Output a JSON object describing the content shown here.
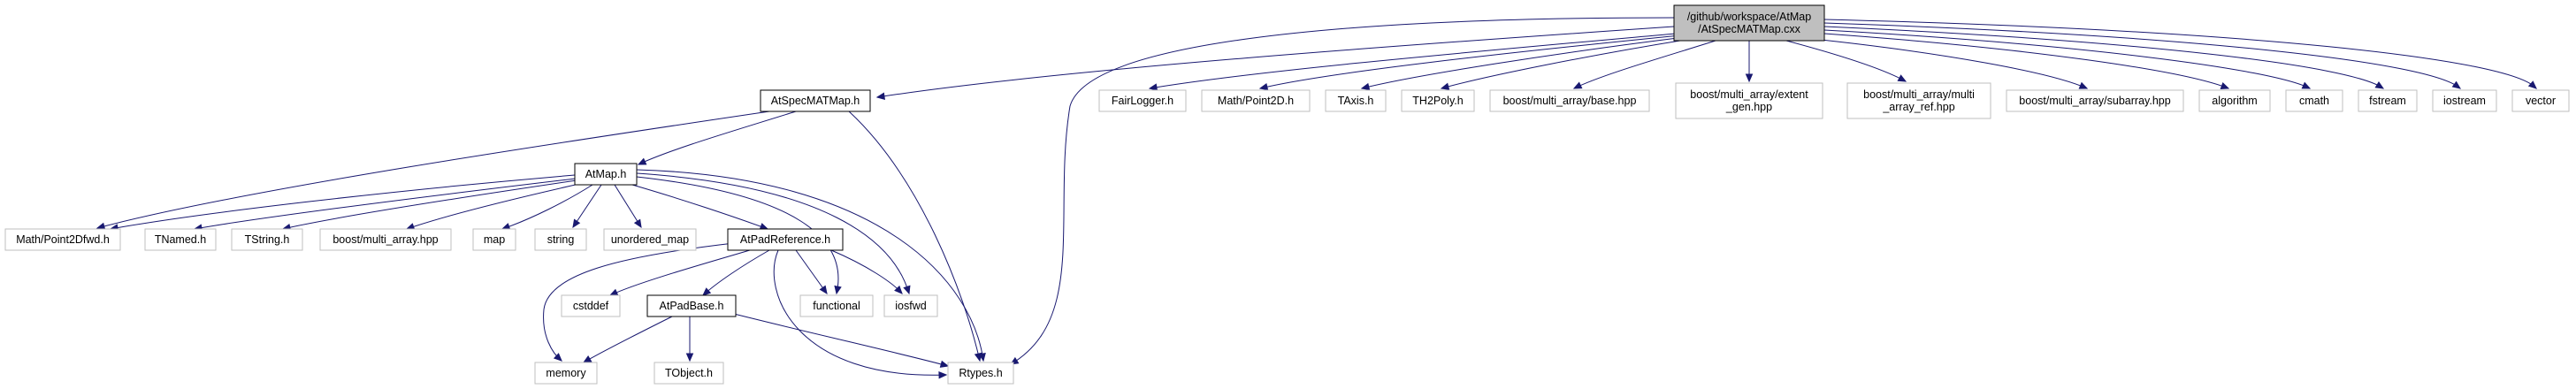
{
  "diagram": {
    "type": "include-dependency-graph",
    "colors": {
      "edge": "#191970",
      "root_fill": "#bfbfbf",
      "documented_border": "#000000",
      "undocumented_border": "#bfbfbf",
      "background": "#ffffff"
    },
    "nodes": [
      {
        "id": "root",
        "label_lines": [
          "/github/workspace/AtMap",
          "/AtSpecMATMap.cxx"
        ],
        "style": "root"
      },
      {
        "id": "atspecmatmap_h",
        "label_lines": [
          "AtSpecMATMap.h"
        ],
        "style": "documented"
      },
      {
        "id": "fairlogger",
        "label_lines": [
          "FairLogger.h"
        ],
        "style": "external"
      },
      {
        "id": "point2d",
        "label_lines": [
          "Math/Point2D.h"
        ],
        "style": "external"
      },
      {
        "id": "taxis",
        "label_lines": [
          "TAxis.h"
        ],
        "style": "external"
      },
      {
        "id": "th2poly",
        "label_lines": [
          "TH2Poly.h"
        ],
        "style": "external"
      },
      {
        "id": "ma_base",
        "label_lines": [
          "boost/multi_array/base.hpp"
        ],
        "style": "external"
      },
      {
        "id": "ma_extent",
        "label_lines": [
          "boost/multi_array/extent",
          "_gen.hpp"
        ],
        "style": "external"
      },
      {
        "id": "ma_ref",
        "label_lines": [
          "boost/multi_array/multi",
          "_array_ref.hpp"
        ],
        "style": "external"
      },
      {
        "id": "ma_sub",
        "label_lines": [
          "boost/multi_array/subarray.hpp"
        ],
        "style": "external"
      },
      {
        "id": "algorithm",
        "label_lines": [
          "algorithm"
        ],
        "style": "external"
      },
      {
        "id": "cmath",
        "label_lines": [
          "cmath"
        ],
        "style": "external"
      },
      {
        "id": "fstream",
        "label_lines": [
          "fstream"
        ],
        "style": "external"
      },
      {
        "id": "iostream",
        "label_lines": [
          "iostream"
        ],
        "style": "external"
      },
      {
        "id": "vector",
        "label_lines": [
          "vector"
        ],
        "style": "external"
      },
      {
        "id": "atmap_h",
        "label_lines": [
          "AtMap.h"
        ],
        "style": "documented"
      },
      {
        "id": "point2dfwd",
        "label_lines": [
          "Math/Point2Dfwd.h"
        ],
        "style": "external"
      },
      {
        "id": "tnamed",
        "label_lines": [
          "TNamed.h"
        ],
        "style": "external"
      },
      {
        "id": "tstring",
        "label_lines": [
          "TString.h"
        ],
        "style": "external"
      },
      {
        "id": "multi_array",
        "label_lines": [
          "boost/multi_array.hpp"
        ],
        "style": "external"
      },
      {
        "id": "map",
        "label_lines": [
          "map"
        ],
        "style": "external"
      },
      {
        "id": "string",
        "label_lines": [
          "string"
        ],
        "style": "external"
      },
      {
        "id": "unordered_map",
        "label_lines": [
          "unordered_map"
        ],
        "style": "external"
      },
      {
        "id": "atpadref",
        "label_lines": [
          "AtPadReference.h"
        ],
        "style": "documented"
      },
      {
        "id": "cstddef",
        "label_lines": [
          "cstddef"
        ],
        "style": "external"
      },
      {
        "id": "atpadbase",
        "label_lines": [
          "AtPadBase.h"
        ],
        "style": "documented"
      },
      {
        "id": "functional",
        "label_lines": [
          "functional"
        ],
        "style": "external"
      },
      {
        "id": "iosfwd",
        "label_lines": [
          "iosfwd"
        ],
        "style": "external"
      },
      {
        "id": "memory",
        "label_lines": [
          "memory"
        ],
        "style": "external"
      },
      {
        "id": "tobject",
        "label_lines": [
          "TObject.h"
        ],
        "style": "external"
      },
      {
        "id": "rtypes",
        "label_lines": [
          "Rtypes.h"
        ],
        "style": "external"
      }
    ],
    "edges": [
      {
        "from": "root",
        "to": "atspecmatmap_h"
      },
      {
        "from": "root",
        "to": "fairlogger"
      },
      {
        "from": "root",
        "to": "point2d"
      },
      {
        "from": "root",
        "to": "taxis"
      },
      {
        "from": "root",
        "to": "th2poly"
      },
      {
        "from": "root",
        "to": "ma_base"
      },
      {
        "from": "root",
        "to": "ma_extent"
      },
      {
        "from": "root",
        "to": "ma_ref"
      },
      {
        "from": "root",
        "to": "ma_sub"
      },
      {
        "from": "root",
        "to": "algorithm"
      },
      {
        "from": "root",
        "to": "cmath"
      },
      {
        "from": "root",
        "to": "fstream"
      },
      {
        "from": "root",
        "to": "iostream"
      },
      {
        "from": "root",
        "to": "vector"
      },
      {
        "from": "root",
        "to": "rtypes"
      },
      {
        "from": "atspecmatmap_h",
        "to": "atmap_h"
      },
      {
        "from": "atspecmatmap_h",
        "to": "point2dfwd"
      },
      {
        "from": "atspecmatmap_h",
        "to": "rtypes"
      },
      {
        "from": "atmap_h",
        "to": "point2dfwd"
      },
      {
        "from": "atmap_h",
        "to": "tnamed"
      },
      {
        "from": "atmap_h",
        "to": "tstring"
      },
      {
        "from": "atmap_h",
        "to": "multi_array"
      },
      {
        "from": "atmap_h",
        "to": "map"
      },
      {
        "from": "atmap_h",
        "to": "string"
      },
      {
        "from": "atmap_h",
        "to": "unordered_map"
      },
      {
        "from": "atmap_h",
        "to": "atpadref"
      },
      {
        "from": "atmap_h",
        "to": "functional"
      },
      {
        "from": "atmap_h",
        "to": "iosfwd"
      },
      {
        "from": "atmap_h",
        "to": "rtypes"
      },
      {
        "from": "atpadref",
        "to": "cstddef"
      },
      {
        "from": "atpadref",
        "to": "atpadbase"
      },
      {
        "from": "atpadref",
        "to": "functional"
      },
      {
        "from": "atpadref",
        "to": "iosfwd"
      },
      {
        "from": "atpadref",
        "to": "memory"
      },
      {
        "from": "atpadref",
        "to": "rtypes"
      },
      {
        "from": "atpadbase",
        "to": "memory"
      },
      {
        "from": "atpadbase",
        "to": "tobject"
      },
      {
        "from": "atpadbase",
        "to": "rtypes"
      }
    ]
  }
}
